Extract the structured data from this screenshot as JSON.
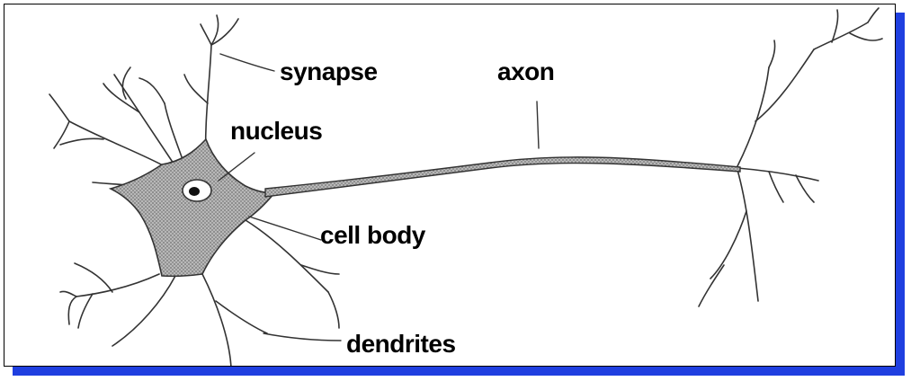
{
  "labels": {
    "synapse": "synapse",
    "axon": "axon",
    "nucleus": "nucleus",
    "cell_body": "cell body",
    "dendrites": "dendrites"
  },
  "colors": {
    "shadow": "#1f3fe0",
    "line": "#333333",
    "fill": "#a9a9a9"
  }
}
